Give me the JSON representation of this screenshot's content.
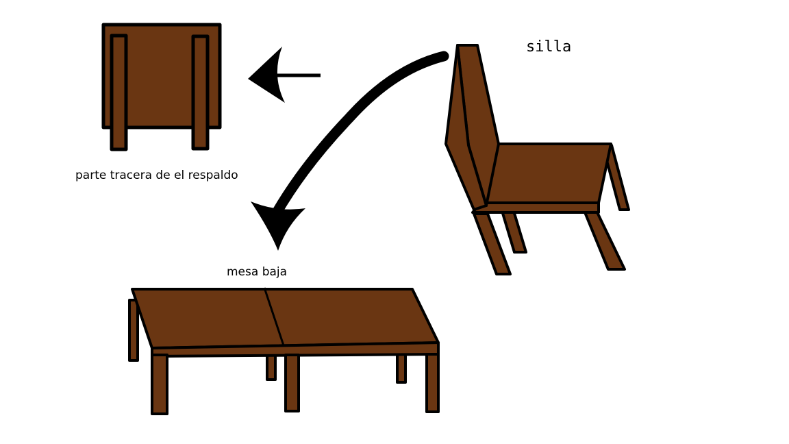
{
  "labels": {
    "chair": "silla",
    "chair_back": "parte tracera de el respaldo",
    "low_table": "mesa baja"
  },
  "colors": {
    "wood": "#6a3612",
    "outline": "#000000",
    "background": "#ffffff"
  }
}
